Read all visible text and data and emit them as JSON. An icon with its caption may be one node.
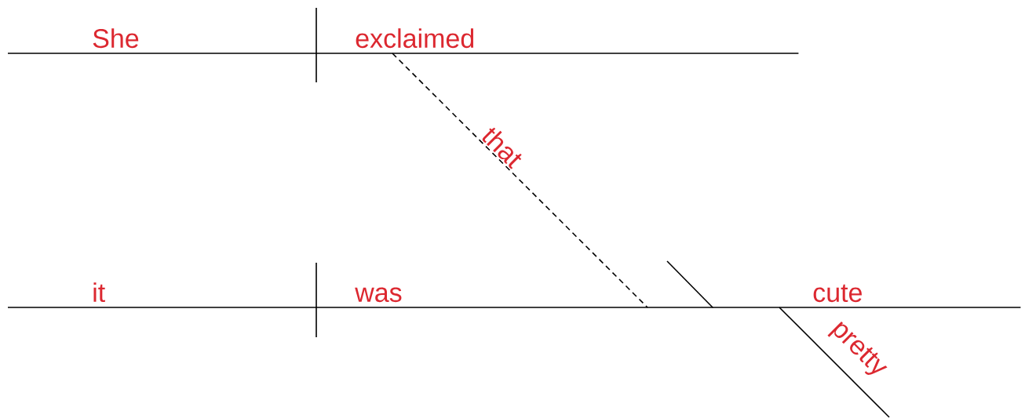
{
  "diagram": {
    "nodes": [
      {
        "text": [
          "She"
        ]
      },
      {
        "text": [
          "exclaimed"
        ]
      },
      {
        "text": [
          "it"
        ]
      },
      {
        "text": [
          "was"
        ]
      },
      {
        "text": [
          "cute"
        ]
      }
    ],
    "edges": [
      {
        "from": 1,
        "to": 3,
        "arrow": "none",
        "style": "dashed",
        "label": "that"
      }
    ],
    "labels": [
      "pretty"
    ]
  }
}
